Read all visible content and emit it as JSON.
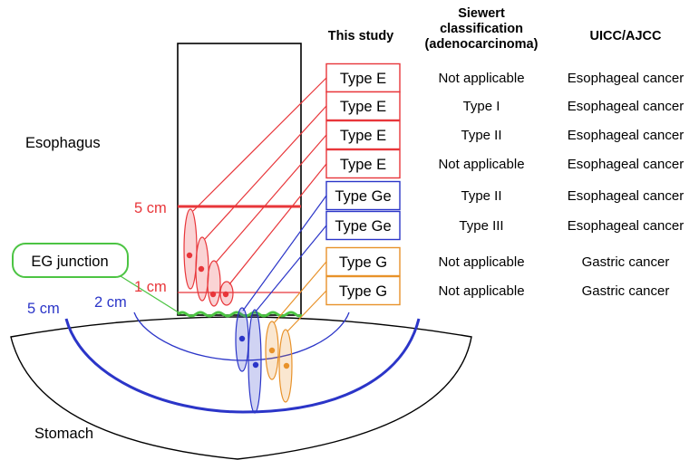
{
  "headers": {
    "this_study": "This study",
    "siewert_line1": "Siewert",
    "siewert_line2": "classification",
    "siewert_line3": "(adenocarcinoma)",
    "uicc": "UICC/AJCC"
  },
  "regions": {
    "esophagus": "Esophagus",
    "stomach": "Stomach",
    "eg_junction": "EG junction"
  },
  "markers": {
    "esoph_5cm": "5 cm",
    "esoph_1cm": "1 cm",
    "stomach_5cm": "5 cm",
    "stomach_2cm": "2 cm"
  },
  "rows": [
    {
      "type": "Type E",
      "siewert": "Not applicable",
      "uicc": "Esophageal cancer",
      "color": "#e8363a"
    },
    {
      "type": "Type E",
      "siewert": "Type I",
      "uicc": "Esophageal cancer",
      "color": "#e8363a"
    },
    {
      "type": "Type E",
      "siewert": "Type II",
      "uicc": "Esophageal cancer",
      "color": "#e8363a"
    },
    {
      "type": "Type E",
      "siewert": "Not applicable",
      "uicc": "Esophageal cancer",
      "color": "#e8363a"
    },
    {
      "type": "Type Ge",
      "siewert": "Type II",
      "uicc": "Esophageal cancer",
      "color": "#2b35c8"
    },
    {
      "type": "Type Ge",
      "siewert": "Type III",
      "uicc": "Esophageal cancer",
      "color": "#2b35c8"
    },
    {
      "type": "Type G",
      "siewert": "Not applicable",
      "uicc": "Gastric cancer",
      "color": "#e8922a"
    },
    {
      "type": "Type G",
      "siewert": "Not applicable",
      "uicc": "Gastric cancer",
      "color": "#e8922a"
    }
  ],
  "colors": {
    "red": "#e8363a",
    "blue": "#2b35c8",
    "orange": "#e8922a",
    "green": "#4cc443"
  }
}
